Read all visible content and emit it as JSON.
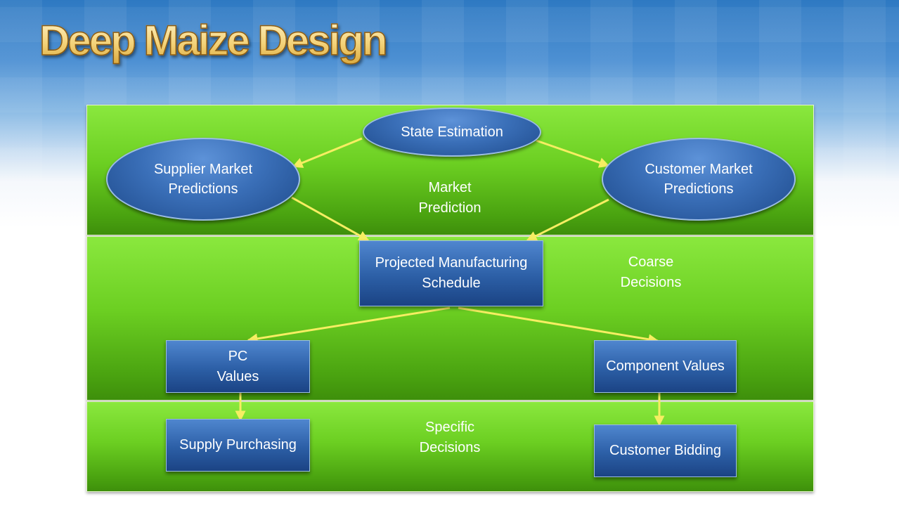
{
  "slide": {
    "title": "Deep Maize Design"
  },
  "bands": {
    "market": "Market\nPrediction",
    "coarse": "Coarse\nDecisions",
    "specific": "Specific\nDecisions"
  },
  "nodes": {
    "state_estimation": "State Estimation",
    "supplier_market": "Supplier Market\nPredictions",
    "customer_market": "Customer Market\nPredictions",
    "projected_schedule": "Projected Manufacturing\nSchedule",
    "pc_values": "PC\nValues",
    "component_values": "Component Values",
    "supply_purchasing": "Supply Purchasing",
    "customer_bidding": "Customer Bidding"
  },
  "colors": {
    "arrow": "#f6ee62",
    "node_fill": "#2c5fa6",
    "band_fill": "#6ccf22"
  }
}
